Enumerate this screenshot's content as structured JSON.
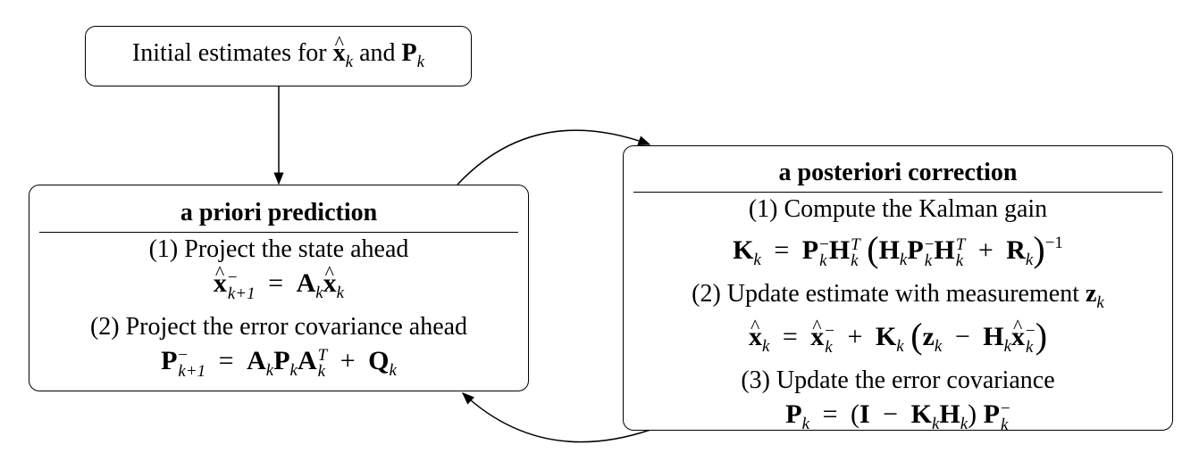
{
  "start_box": {
    "text_before": "Initial estimates for ",
    "x_symbol": "x",
    "sub_k": "k",
    "text_and": " and ",
    "p_symbol": "P"
  },
  "prediction": {
    "title": "a priori prediction",
    "step1": "(1) Project the state ahead",
    "step2": "(2) Project the error covariance ahead",
    "eq1": {
      "x": "x",
      "sup": "−",
      "sub": "k+1",
      "eq": "=",
      "A": "A",
      "k": "k",
      "x2": "x"
    },
    "eq2": {
      "P": "P",
      "sup": "−",
      "sub": "k+1",
      "eq": "=",
      "A": "A",
      "k": "k",
      "P2": "P",
      "A2": "A",
      "T": "T",
      "plus": "+",
      "Q": "Q"
    }
  },
  "correction": {
    "title": "a posteriori correction",
    "step1": "(1) Compute the Kalman gain",
    "step2_text": "(2) Update estimate with measurement ",
    "step2_z": "z",
    "step3": "(3) Update the error covariance",
    "gain_eq": {
      "K": "K",
      "k": "k",
      "eq": "=",
      "P": "P",
      "minus": "−",
      "H": "H",
      "T": "T",
      "lp": "(",
      "plus": "+",
      "R": "R",
      "rp": ")",
      "inv": "−1"
    },
    "state_eq": {
      "x": "x",
      "k": "k",
      "eq": "=",
      "minus": "−",
      "plus": "+",
      "K": "K",
      "lp": "(",
      "z": "z",
      "H": "H",
      "rp": ")"
    },
    "cov_eq": {
      "P": "P",
      "k": "k",
      "eq": "=",
      "lp": "(",
      "I": "I",
      "minus": "−",
      "K": "K",
      "H": "H",
      "rp": ")",
      "minus_sup": "−"
    }
  },
  "colors": {
    "stroke": "#000000",
    "background": "#ffffff"
  }
}
